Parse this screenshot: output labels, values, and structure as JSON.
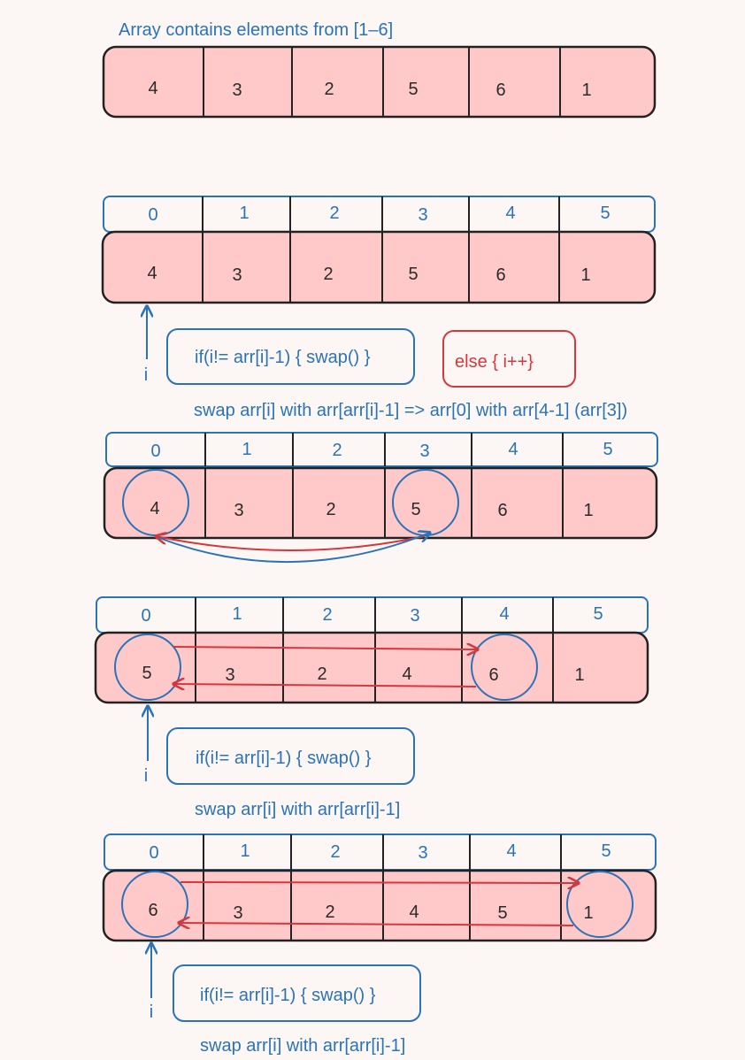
{
  "title": "Array contains elements from [1–6]",
  "colors": {
    "blue": "#2b73b8",
    "red": "#d6373c",
    "cell_fill": "#ffc9c9",
    "background": "#fcf7f5"
  },
  "initial_values": [
    "4",
    "3",
    "2",
    "5",
    "6",
    "1"
  ],
  "steps": [
    {
      "indices": [
        "0",
        "1",
        "2",
        "3",
        "4",
        "5"
      ],
      "values": [
        "4",
        "3",
        "2",
        "5",
        "6",
        "1"
      ],
      "pointer_label": "i",
      "condition": "if(i!= arr[i]-1) { swap() }",
      "else_text": "else { i++}",
      "swap_note": "swap arr[i] with arr[arr[i]-1]  => arr[0] with arr[4-1] (arr[3])"
    },
    {
      "indices": [
        "0",
        "1",
        "2",
        "3",
        "4",
        "5"
      ],
      "values": [
        "4",
        "3",
        "2",
        "5",
        "6",
        "1"
      ],
      "circled": [
        "0",
        "3"
      ]
    },
    {
      "indices": [
        "0",
        "1",
        "2",
        "3",
        "4",
        "5"
      ],
      "values": [
        "5",
        "3",
        "2",
        "4",
        "6",
        "1"
      ],
      "circled": [
        "0",
        "4"
      ],
      "pointer_label": "i",
      "condition": "if(i!= arr[i]-1) { swap() }",
      "swap_note": "swap arr[i] with arr[arr[i]-1]"
    },
    {
      "indices": [
        "0",
        "1",
        "2",
        "3",
        "4",
        "5"
      ],
      "values": [
        "6",
        "3",
        "2",
        "4",
        "5",
        "1"
      ],
      "circled": [
        "0",
        "5"
      ],
      "pointer_label": "i",
      "condition": "if(i!= arr[i]-1) { swap() }",
      "swap_note": "swap arr[i] with arr[arr[i]-1]"
    }
  ]
}
